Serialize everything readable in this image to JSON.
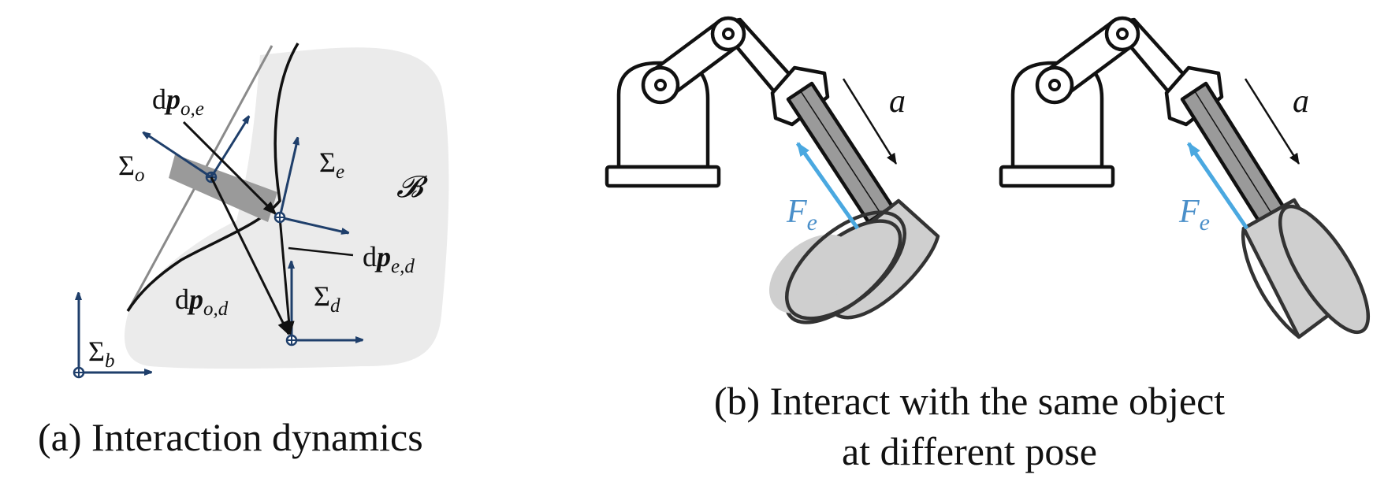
{
  "panel_a": {
    "caption": "(a) Interaction dynamics",
    "labels": {
      "sigma_o": {
        "main": "Σ",
        "sub": "o"
      },
      "sigma_e": {
        "main": "Σ",
        "sub": "e"
      },
      "sigma_d": {
        "main": "Σ",
        "sub": "d"
      },
      "sigma_b": {
        "main": "Σ",
        "sub": "b"
      },
      "body": "𝓑",
      "dp_oe": {
        "d": "d",
        "p": "p",
        "sub": "o,e"
      },
      "dp_ed": {
        "d": "d",
        "p": "p",
        "sub": "e,d"
      },
      "dp_od": {
        "d": "d",
        "p": "p",
        "sub": "o,d"
      }
    }
  },
  "panel_b": {
    "caption_line1": "(b) Interact with the same object",
    "caption_line2": "at different pose",
    "robots": [
      {
        "accel_label": "a",
        "force_label": {
          "main": "F",
          "sub": "e"
        }
      },
      {
        "accel_label": "a",
        "force_label": {
          "main": "F",
          "sub": "e"
        }
      }
    ]
  },
  "colors": {
    "frame_blue": "#1f3f6b",
    "force_blue": "#4aa8e0",
    "region_gray": "#ebebeb",
    "tool_gray": "#9a9a9a",
    "object_gray": "#cfcfcf",
    "outline": "#111111"
  }
}
